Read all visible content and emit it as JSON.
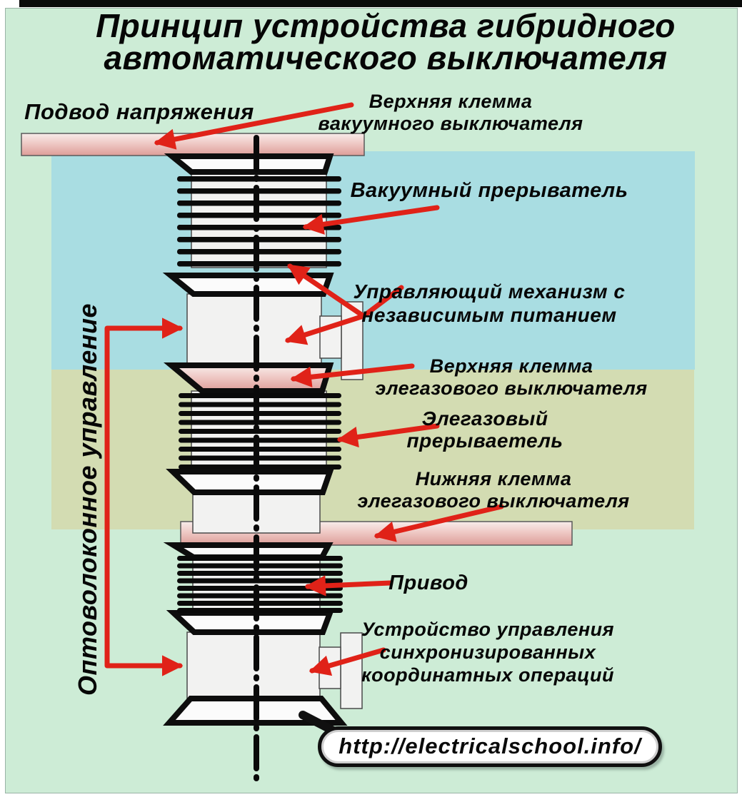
{
  "title": {
    "line1": "Принцип устройства гибридного",
    "line2": "автоматического выключателя"
  },
  "labels": {
    "supply": "Подвод напряжения",
    "upper_vacuum_terminal": {
      "line1": "Верхняя клемма",
      "line2": "вакуумного выключателя"
    },
    "vacuum_interrupter": "Вакуумный прерыватель",
    "control_mechanism": {
      "line1": "Управляющий механизм с",
      "line2": "независимым питанием"
    },
    "upper_sf6_terminal": {
      "line1": "Верхняя клемма",
      "line2": "элегазового выключателя"
    },
    "sf6_interrupter": {
      "line1": "Элегазовый",
      "line2": "прерываетель"
    },
    "lower_sf6_terminal": {
      "line1": "Нижняя клемма",
      "line2": "элегазового выключателя"
    },
    "drive": "Привод",
    "sync_device": {
      "line1": "Устройство управления",
      "line2": "синхронизированных",
      "line3": "координатных операций"
    },
    "fiber_optic": "Оптоволоконное управление"
  },
  "footer": {
    "url": "http://electricalschool.info/"
  },
  "colors": {
    "background_green": "#cdecd6",
    "vacuum_zone_blue": "#a9dde2",
    "sf6_zone_olive": "#d3dcb2",
    "terminal_pink": "#e0a19c",
    "arrow_red": "#e02218",
    "line_black": "#0a0a0a"
  }
}
